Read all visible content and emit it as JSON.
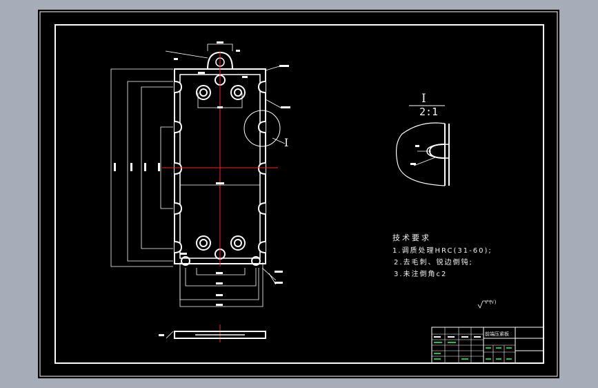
{
  "window": {
    "background": "#a6acb8",
    "sheet_color": "#000000",
    "line_color": "#ffffff",
    "centerline_color": "#ff2020",
    "table_green": "#22c04a"
  },
  "technical_requirements": {
    "title": "技术要求",
    "items": [
      "1.调质处理HRC(31-60);",
      "2.去毛刺、锐边倒钝;",
      "3.未注倒角c2"
    ]
  },
  "detail_view": {
    "label": "I",
    "scale": "2:1"
  },
  "callout": {
    "label": "I"
  },
  "roughness_note": "√ (√)",
  "title_block": {
    "part_name": "前端压紧板"
  }
}
